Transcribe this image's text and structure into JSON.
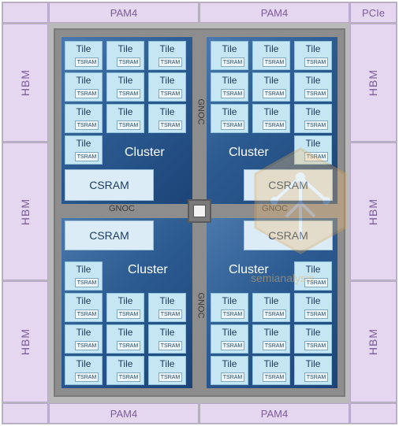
{
  "top_bar": {
    "left_label": "PAM4",
    "right_label": "PAM4",
    "corner_label": "PCIe"
  },
  "bottom_bar": {
    "left_label": "PAM4",
    "right_label": "PAM4"
  },
  "left_side": {
    "labels": [
      "HBM",
      "HBM",
      "HBM"
    ]
  },
  "right_side": {
    "labels": [
      "HBM",
      "HBM",
      "HBM"
    ]
  },
  "tile": {
    "label": "Tile",
    "memory_label": "TSRAM"
  },
  "quadrants": {
    "top_left": {
      "cluster_label": "Cluster",
      "csram_label": "CSRAM"
    },
    "top_right": {
      "cluster_label": "Cluster",
      "csram_label": "CSRAM"
    },
    "bottom_left": {
      "cluster_label": "Cluster",
      "csram_label": "CSRAM"
    },
    "bottom_right": {
      "cluster_label": "Cluster",
      "csram_label": "CSRAM"
    }
  },
  "noc": {
    "label": "GNOC"
  },
  "watermark": {
    "text": "semianalysis"
  },
  "colors": {
    "interposer": "#b9b9b9",
    "die": "#8d8d8d",
    "edge": "#e4d7ef",
    "cluster": "#2c5b91",
    "tile": "#c6e6f4"
  }
}
